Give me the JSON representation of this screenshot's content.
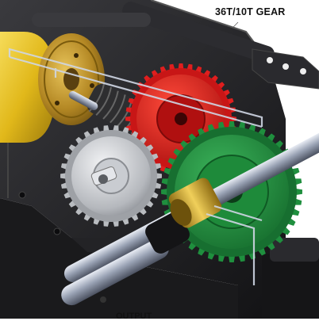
{
  "labels": {
    "gear_ratio": "36T/10T GEAR",
    "output_partial": "OUTPUT"
  },
  "colors": {
    "housing": "#1b1b1d",
    "motor_yellow": "#e7c21e",
    "brass": "#c49a2c",
    "red_gear": "#e01e1e",
    "green_gear": "#1f8f3e",
    "silver_gear": "#b9bcc0",
    "worm": "#2e2e30",
    "shaft": "#9aa3b5",
    "wire": "#cfd6e4"
  },
  "components": [
    "motor",
    "worm-gear",
    "red-gear",
    "silver-gear",
    "green-gear",
    "brass-bushing",
    "output-shaft",
    "mounting-bracket",
    "gearbox-housing"
  ]
}
